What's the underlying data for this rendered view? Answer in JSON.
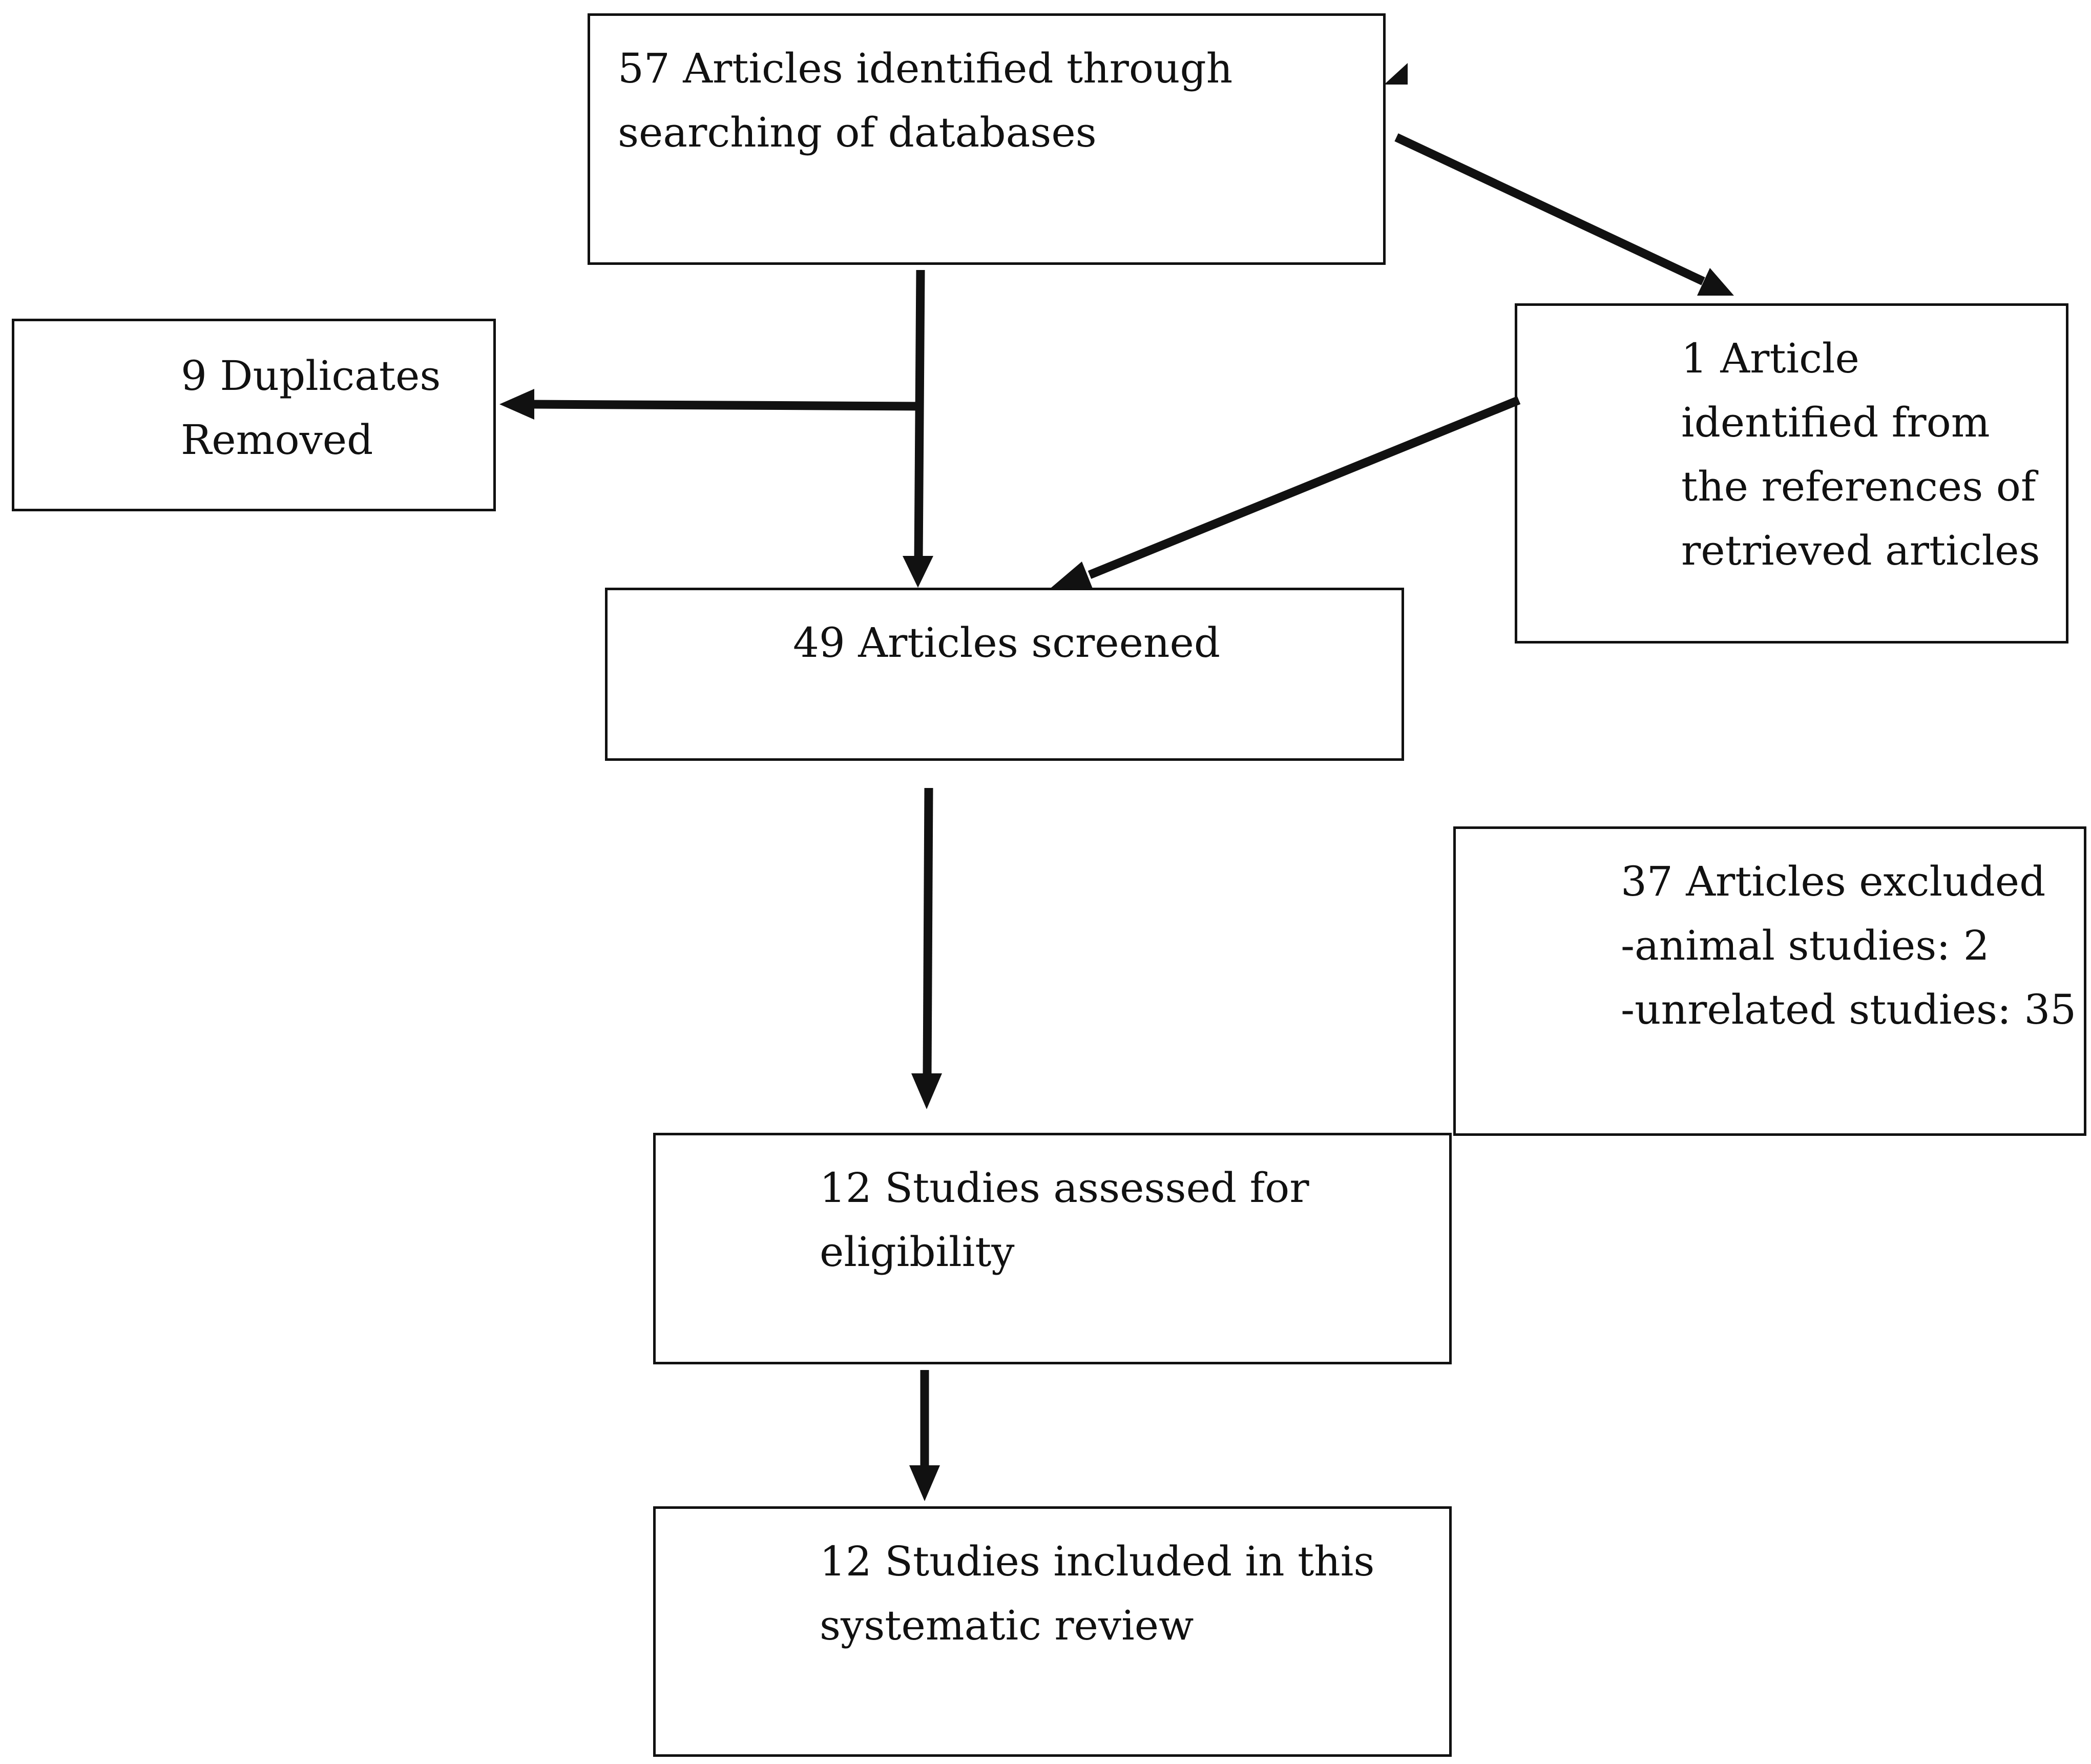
{
  "flowchart": {
    "identified": {
      "line1": "57 Articles identified through",
      "line2": "searching of databases"
    },
    "duplicates": {
      "line1": "9 Duplicates",
      "line2": "Removed"
    },
    "references": {
      "line1": "1 Article",
      "line2": "identified from",
      "line3": "the references of",
      "line4": "retrieved articles"
    },
    "screened": {
      "line1": "49 Articles screened"
    },
    "excluded": {
      "line1": "37 Articles excluded",
      "line2": "-animal studies: 2",
      "line3": "-unrelated studies: 35"
    },
    "eligibility": {
      "line1": "12 Studies assessed for",
      "line2": "eligibility"
    },
    "included": {
      "line1": "12 Studies included in this",
      "line2": "systematic review"
    }
  },
  "colors": {
    "stroke": "#111111",
    "background": "#ffffff"
  }
}
